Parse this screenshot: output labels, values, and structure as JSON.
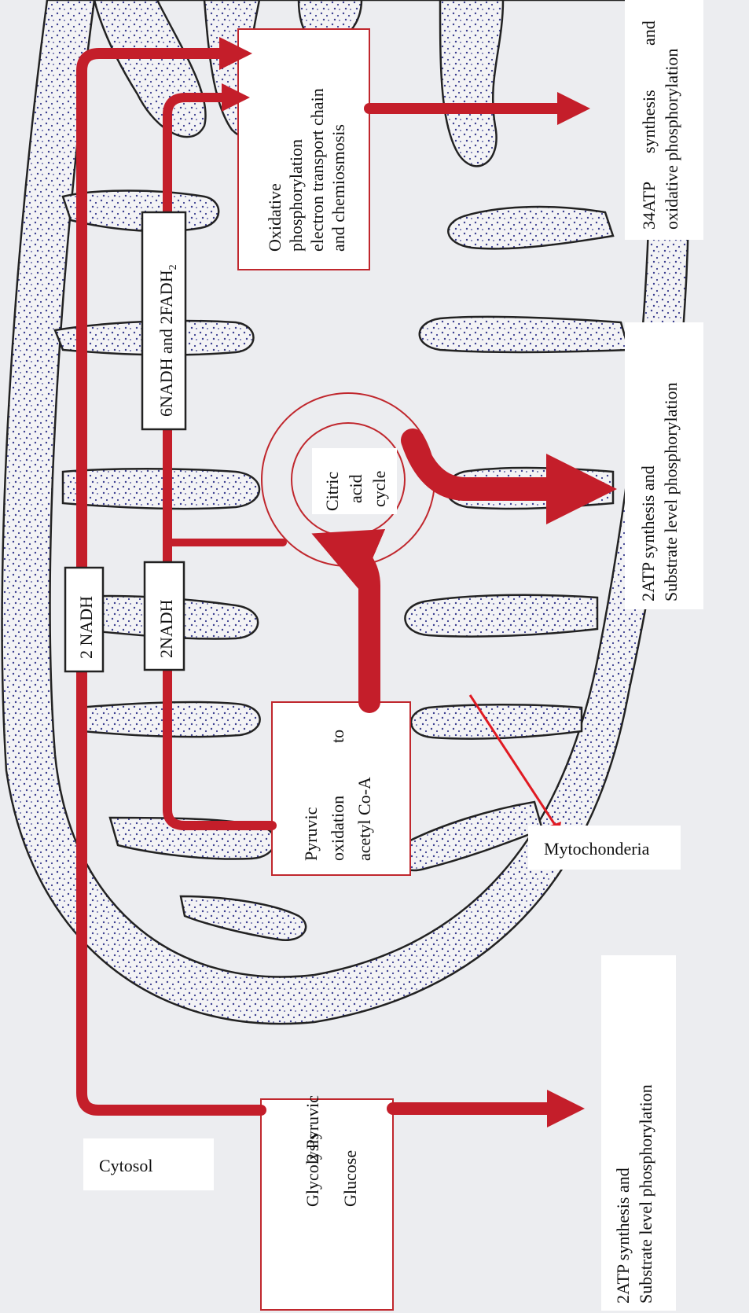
{
  "labels": {
    "cytosol": "Cytosol",
    "mitochondria": "Mytochonderia",
    "glycolysis": "Glycolysis",
    "glucose": "Glucose",
    "two_pyruvic": "2 Pyruvic",
    "pyruvic_oxidation": [
      "Pyruvic",
      "oxidation",
      "acetyl Co-A"
    ],
    "pyruvic_to": "to",
    "citric_cycle": [
      "Citric",
      "acid",
      "cycle"
    ],
    "oxidative": [
      "Oxidative",
      "phosphorylation",
      "electron  transport  chain",
      "and chemiosmosis"
    ],
    "nadh_a": "2 NADH",
    "nadh_b": "2NADH",
    "nadh_fadh": "6NADH and 2FADH",
    "fadh_sub": "2",
    "out_bottom": [
      "2ATP synthesis and",
      "Substrate level phosphorylation"
    ],
    "out_middle": [
      "2ATP synthesis and",
      "Substrate level phosphorylation"
    ],
    "out_top_line1_a": "34ATP",
    "out_top_line1_b": "synthesis",
    "out_top_line1_c": "and",
    "out_top_line2": "oxidative phosphorylation"
  },
  "colors": {
    "arrow": "#c41e2a",
    "membrane_stipple": "#3a3d8f",
    "background": "#ecedf0"
  }
}
